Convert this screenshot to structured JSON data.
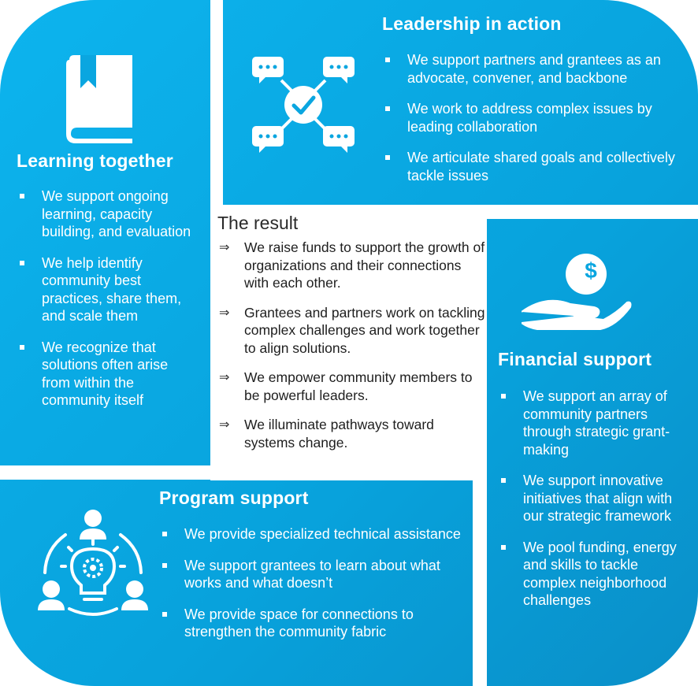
{
  "learning": {
    "title": "Learning together",
    "icon": "book-icon",
    "items": [
      "We support ongoing learning, capacity building, and evaluation",
      "We help identify community best practices, share them, and scale them",
      "We recognize that solutions often arise from within the community itself"
    ]
  },
  "leadership": {
    "title": "Leadership in action",
    "icon": "network-chat-icon",
    "items": [
      "We support partners and grantees as an advocate, convener, and backbone",
      "We work to address complex issues by leading collaboration",
      "We articulate shared goals and collectively tackle issues"
    ]
  },
  "result": {
    "title": "The result",
    "arrow": "⇒",
    "items": [
      "We raise funds to support the growth of organizations and their connections with each other.",
      "Grantees and partners work on tackling complex challenges and work together to align solutions.",
      "We empower community members to be powerful leaders.",
      "We illuminate pathways toward systems change."
    ]
  },
  "financial": {
    "title": "Financial support",
    "icon": "hand-dollar-icon",
    "dollar": "$",
    "items": [
      "We support an array of community partners through strategic grant-making",
      "We support innovative initiatives that align with our strategic framework",
      "We pool funding, energy and skills to tackle complex neighborhood challenges"
    ]
  },
  "program": {
    "title": "Program support",
    "icon": "people-lightbulb-gear-icon",
    "items": [
      "We provide specialized technical assistance",
      "We support grantees to learn about what works and what doesn’t",
      "We provide space for connections to strengthen the community fabric"
    ]
  },
  "colors": {
    "blue": "#0aa6e0",
    "white": "#ffffff",
    "text": "#1e1e1e"
  }
}
